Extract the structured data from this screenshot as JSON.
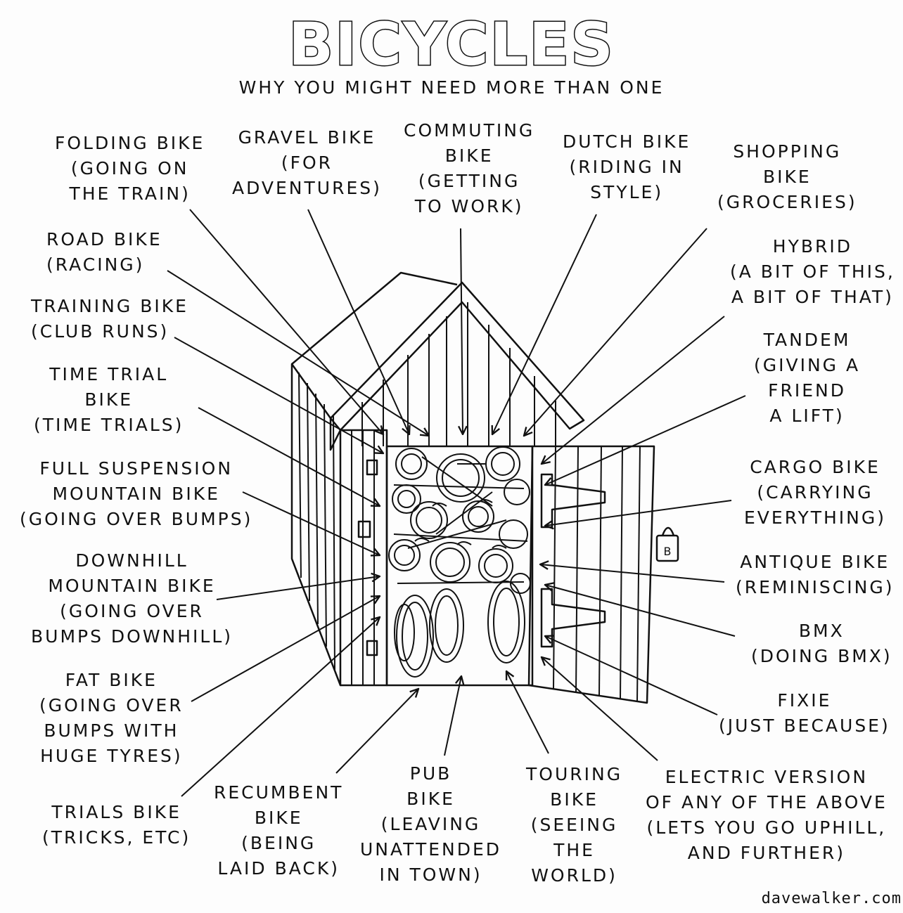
{
  "title": "BICYCLES",
  "subtitle": "WHY YOU MIGHT NEED MORE THAN ONE",
  "labels": {
    "folding": [
      "FOLDING BIKE",
      "(GOING ON",
      "THE TRAIN)"
    ],
    "gravel": [
      "GRAVEL BIKE",
      "(FOR",
      "ADVENTURES)"
    ],
    "commuting": [
      "COMMUTING",
      "BIKE",
      "(GETTING",
      "TO WORK)"
    ],
    "dutch": [
      "DUTCH BIKE",
      "(RIDING IN",
      "STYLE)"
    ],
    "shopping": [
      "SHOPPING",
      "BIKE",
      "(GROCERIES)"
    ],
    "road": [
      "ROAD BIKE",
      "(RACING)"
    ],
    "hybrid": [
      "HYBRID",
      "(A BIT OF THIS,",
      "A BIT OF THAT)"
    ],
    "training": [
      "TRAINING BIKE",
      "(CLUB RUNS)"
    ],
    "tandem": [
      "TANDEM",
      "(GIVING A",
      "FRIEND",
      "A LIFT)"
    ],
    "timetrial": [
      "TIME TRIAL",
      "BIKE",
      "(TIME TRIALS)"
    ],
    "fullsus": [
      "FULL SUSPENSION",
      "MOUNTAIN BIKE",
      "(GOING OVER BUMPS)"
    ],
    "cargo": [
      "CARGO BIKE",
      "(CARRYING",
      "EVERYTHING)"
    ],
    "downhill": [
      "DOWNHILL",
      "MOUNTAIN BIKE",
      "(GOING OVER",
      "BUMPS DOWNHILL)"
    ],
    "antique": [
      "ANTIQUE BIKE",
      "(REMINISCING)"
    ],
    "bmx": [
      "BMX",
      "(DOING BMX)"
    ],
    "fat": [
      "FAT BIKE",
      "(GOING OVER",
      "BUMPS WITH",
      "HUGE TYRES)"
    ],
    "fixie": [
      "FIXIE",
      "(JUST BECAUSE)"
    ],
    "trials": [
      "TRIALS BIKE",
      "(TRICKS, ETC)"
    ],
    "recumbent": [
      "RECUMBENT",
      "BIKE",
      "(BEING",
      "LAID BACK)"
    ],
    "pub": [
      "PUB",
      "BIKE",
      "(LEAVING",
      "UNATTENDED",
      "IN TOWN)"
    ],
    "touring": [
      "TOURING",
      "BIKE",
      "(SEEING",
      "THE",
      "WORLD)"
    ],
    "electric": [
      "ELECTRIC VERSION",
      "OF ANY OF THE ABOVE",
      "(LETS YOU GO UPHILL,",
      "AND FURTHER)"
    ]
  },
  "padlock_letter": "B",
  "signature": "davewalker.com"
}
